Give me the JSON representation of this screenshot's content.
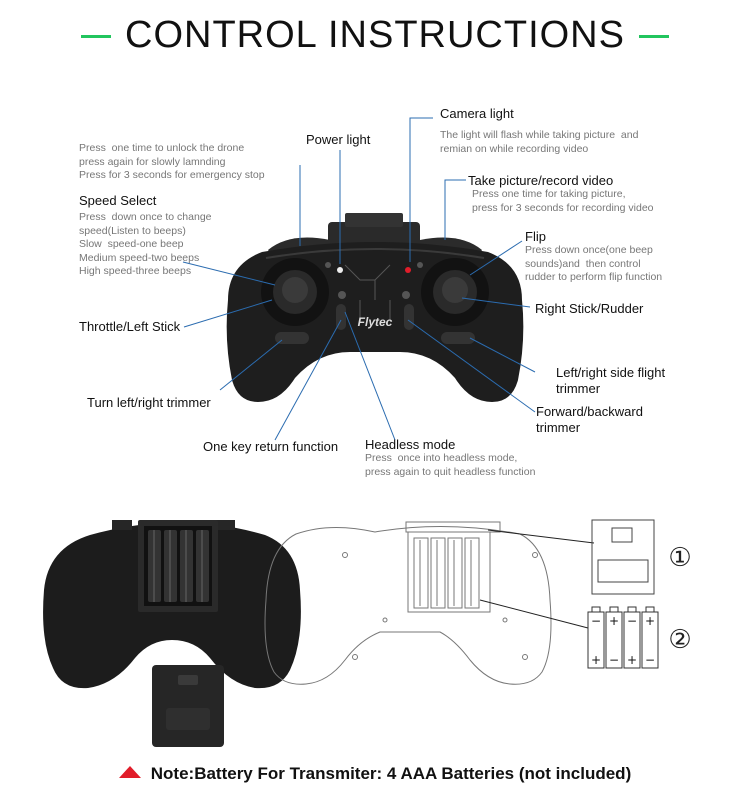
{
  "title": "CONTROL INSTRUCTIONS",
  "brand": "Flytec",
  "labels": {
    "camera_light": "Camera light",
    "camera_light_desc": "The light will flash while taking picture  and\nremian on while recording video",
    "power_light": "Power light",
    "power_desc": "Press  one time to unlock the drone\npress again for slowly lamnding\nPress for 3 seconds for emergency stop",
    "speed_select": "Speed Select",
    "speed_desc": "Press  down once to change\nspeed(Listen to beeps)\nSlow  speed-one beep\nMedium speed-two beeps\nHigh speed-three beeps",
    "take_picture": "Take picture/record video",
    "take_picture_desc": "Press one time for taking picture,\npress for 3 seconds for recording video",
    "flip": "Flip",
    "flip_desc": "Press down once(one beep\nsounds)and  then control\nrudder to perform flip function",
    "right_stick": "Right Stick/Rudder",
    "throttle": "Throttle/Left Stick",
    "side_trimmer_1": "Left/right side flight",
    "side_trimmer_2": "trimmer",
    "turn_trimmer": "Turn left/right trimmer",
    "fb_trimmer_1": "Forward/backward",
    "fb_trimmer_2": "trimmer",
    "one_key_return": "One key return function",
    "headless": "Headless mode",
    "headless_desc": "Press  once into headless mode,\npress again to quit headless function"
  },
  "battery_diagram": {
    "step1": "①",
    "step2": "②",
    "plus": "+",
    "minus": "−"
  },
  "note": "Note:Battery For Transmiter: 4 AAA Batteries (not included)",
  "colors": {
    "accent": "#22c55e",
    "leader": "#2b6cb0",
    "warning": "#e11d2a"
  }
}
